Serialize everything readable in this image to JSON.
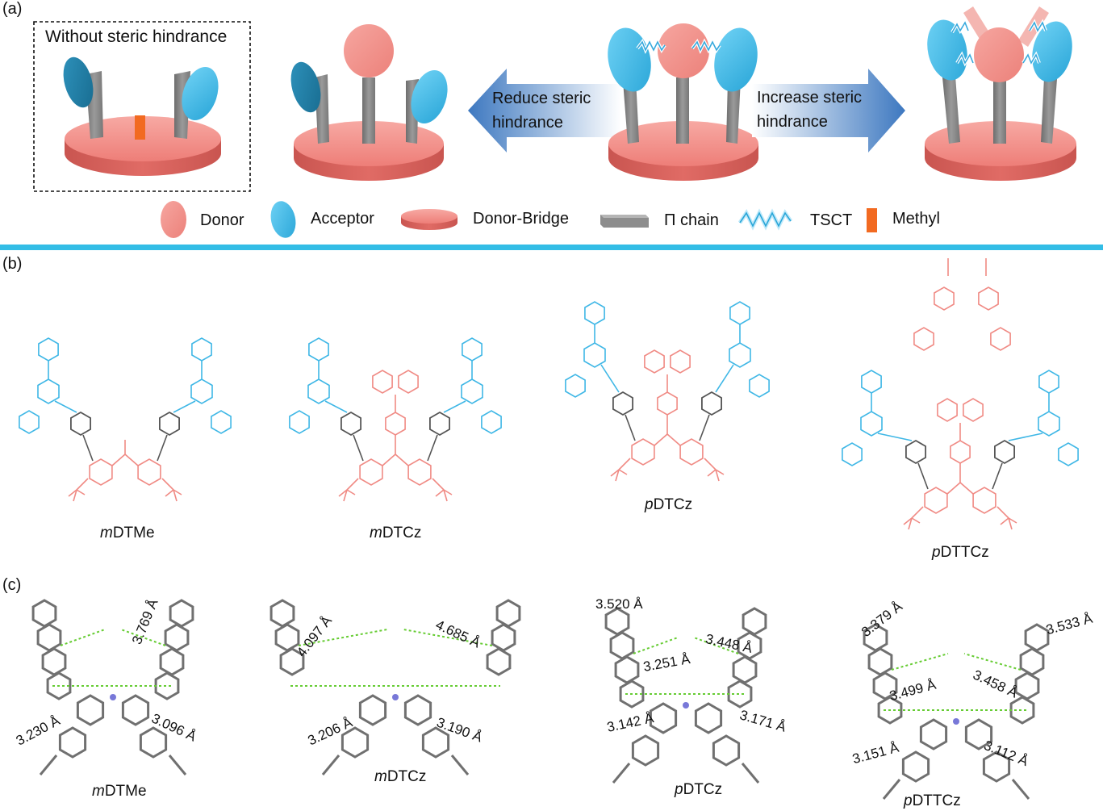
{
  "panels": {
    "a": "(a)",
    "b": "(b)",
    "c": "(c)"
  },
  "scheme": {
    "boxed_title": "Without steric hindrance",
    "left_arrow": {
      "line1": "Reduce steric",
      "line2": "hindrance"
    },
    "right_arrow": {
      "line1": "Increase steric",
      "line2": "hindrance"
    }
  },
  "legend": [
    {
      "label": "Donor",
      "icon": "donor-ellipse-icon"
    },
    {
      "label": "Acceptor",
      "icon": "acceptor-ellipse-icon"
    },
    {
      "label": "Donor-Bridge",
      "icon": "donor-bridge-disc-icon"
    },
    {
      "label": "Π chain",
      "icon": "pi-chain-bar-icon"
    },
    {
      "label": "TSCT",
      "icon": "tsct-wave-icon"
    },
    {
      "label": "Methyl",
      "icon": "methyl-block-icon"
    }
  ],
  "molecules_b": [
    {
      "prefix": "m",
      "name": "DTMe"
    },
    {
      "prefix": "m",
      "name": "DTCz"
    },
    {
      "prefix": "p",
      "name": "DTCz"
    },
    {
      "prefix": "p",
      "name": "DTTCz"
    }
  ],
  "crystals_c": [
    {
      "prefix": "m",
      "name": "DTMe",
      "distances": [
        "3.769 Å",
        "3.230 Å",
        "3.096 Å"
      ]
    },
    {
      "prefix": "m",
      "name": "DTCz",
      "distances": [
        "4.097 Å",
        "4.685 Å",
        "3.206 Å",
        "3.190 Å"
      ]
    },
    {
      "prefix": "p",
      "name": "DTCz",
      "distances": [
        "3.520 Å",
        "3.251 Å",
        "3.448 Å",
        "3.142 Å",
        "3.171 Å"
      ]
    },
    {
      "prefix": "p",
      "name": "DTTCz",
      "distances": [
        "3.379 Å",
        "3.533 Å",
        "3.499 Å",
        "3.458 Å",
        "3.151 Å",
        "3.112 Å"
      ]
    }
  ],
  "colors": {
    "donor": "#f08a84",
    "acceptor": "#3fb7e6",
    "acceptor_dark": "#1f7fa6",
    "pi_chain": "#858585",
    "methyl": "#f26a21",
    "divider": "#33bde6",
    "arrow": "#4a86c8",
    "hbond": "#66cc33"
  }
}
